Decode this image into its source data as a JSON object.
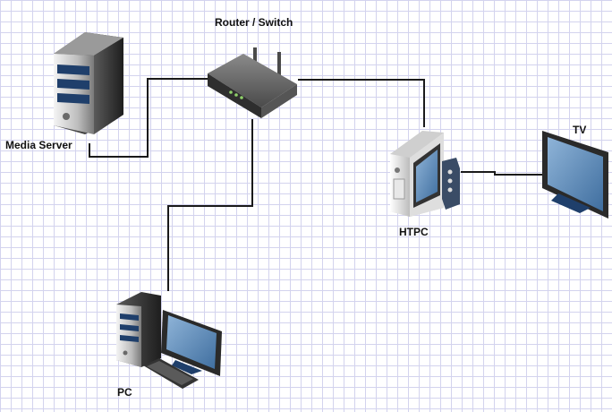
{
  "nodes": {
    "router": {
      "label": "Router / Switch",
      "icon": "router-icon"
    },
    "media_server": {
      "label": "Media Server",
      "icon": "server-icon"
    },
    "htpc": {
      "label": "HTPC",
      "icon": "htpc-icon"
    },
    "tv": {
      "label": "TV",
      "icon": "tv-icon"
    },
    "pc": {
      "label": "PC",
      "icon": "desktop-pc-icon"
    }
  },
  "connections": [
    {
      "from": "router",
      "to": "media_server"
    },
    {
      "from": "router",
      "to": "htpc"
    },
    {
      "from": "router",
      "to": "pc"
    },
    {
      "from": "htpc",
      "to": "tv"
    }
  ],
  "colors": {
    "grid": "#d3d3ee",
    "connector": "#1a1a1a",
    "screen": "#4a7bb0",
    "device_dark": "#3a3a3a",
    "device_light": "#e6e6e6"
  }
}
